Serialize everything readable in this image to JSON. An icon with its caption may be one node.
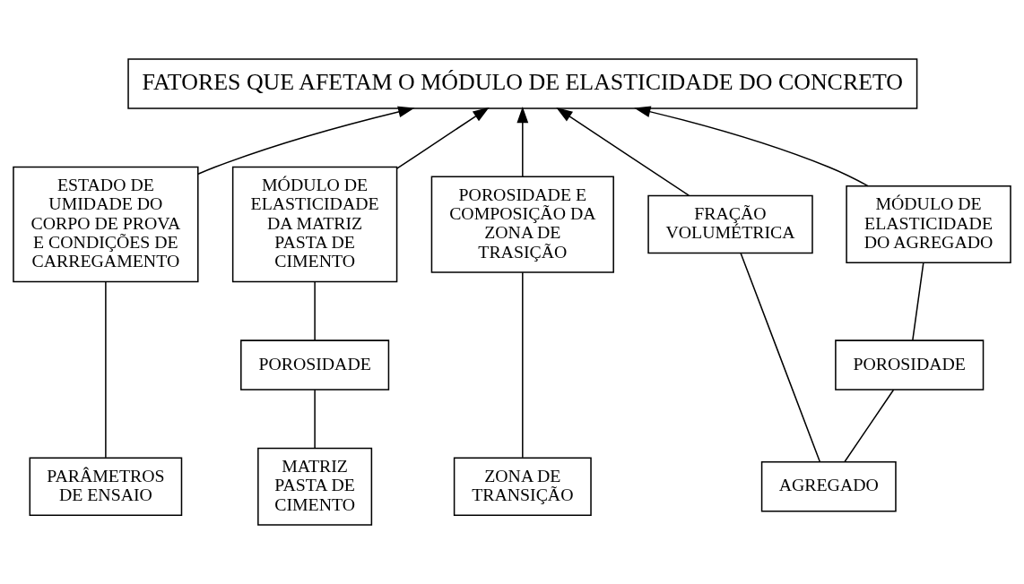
{
  "diagram": {
    "nodes": [
      {
        "text": [
          "FATORES QUE AFETAM O MÓDULO DE ELASTICIDADE DO CONCRETO"
        ]
      },
      {
        "text": [
          "ESTADO DE UMIDADE DO CORPO DE PROVA E CONDIÇÕES DE CARREGAMENTO"
        ]
      },
      {
        "text": [
          "MÓDULO DE ELASTICIDADE DA MATRIZ PASTA DE CIMENTO"
        ]
      },
      {
        "text": [
          "POROSIDADE E COMPOSIÇÃO DA ZONA DE TRASIÇÃO"
        ]
      },
      {
        "text": [
          "MÓDULO DE ELASTICIDADE DO AGREGADO"
        ]
      },
      {
        "text": [
          "FRAÇÃO VOLUMÉTRICA"
        ]
      },
      {
        "text": [
          "POROSIDADE"
        ]
      },
      {
        "text": [
          "POROSIDADE"
        ]
      },
      {
        "text": [
          "PARÂMETROS DE ENSAIO"
        ]
      },
      {
        "text": [
          "MATRIZ PASTA DE CIMENTO"
        ]
      },
      {
        "text": [
          "ZONA DE TRANSIÇÃO"
        ]
      },
      {
        "text": [
          "AGREGADO"
        ]
      }
    ],
    "edges": [
      {
        "from": 1,
        "to": 0,
        "arrow": "to"
      },
      {
        "from": 2,
        "to": 0,
        "arrow": "to"
      },
      {
        "from": 3,
        "to": 0,
        "arrow": "to"
      },
      {
        "from": 4,
        "to": 0,
        "arrow": "to"
      },
      {
        "from": 5,
        "to": 0,
        "arrow": "to"
      },
      {
        "from": 8,
        "to": 1,
        "arrow": "none"
      },
      {
        "from": 6,
        "to": 2,
        "arrow": "none"
      },
      {
        "from": 9,
        "to": 6,
        "arrow": "none"
      },
      {
        "from": 10,
        "to": 3,
        "arrow": "none"
      },
      {
        "from": 7,
        "to": 4,
        "arrow": "none"
      },
      {
        "from": 11,
        "to": 7,
        "arrow": "none"
      },
      {
        "from": 11,
        "to": 5,
        "arrow": "none"
      }
    ]
  }
}
